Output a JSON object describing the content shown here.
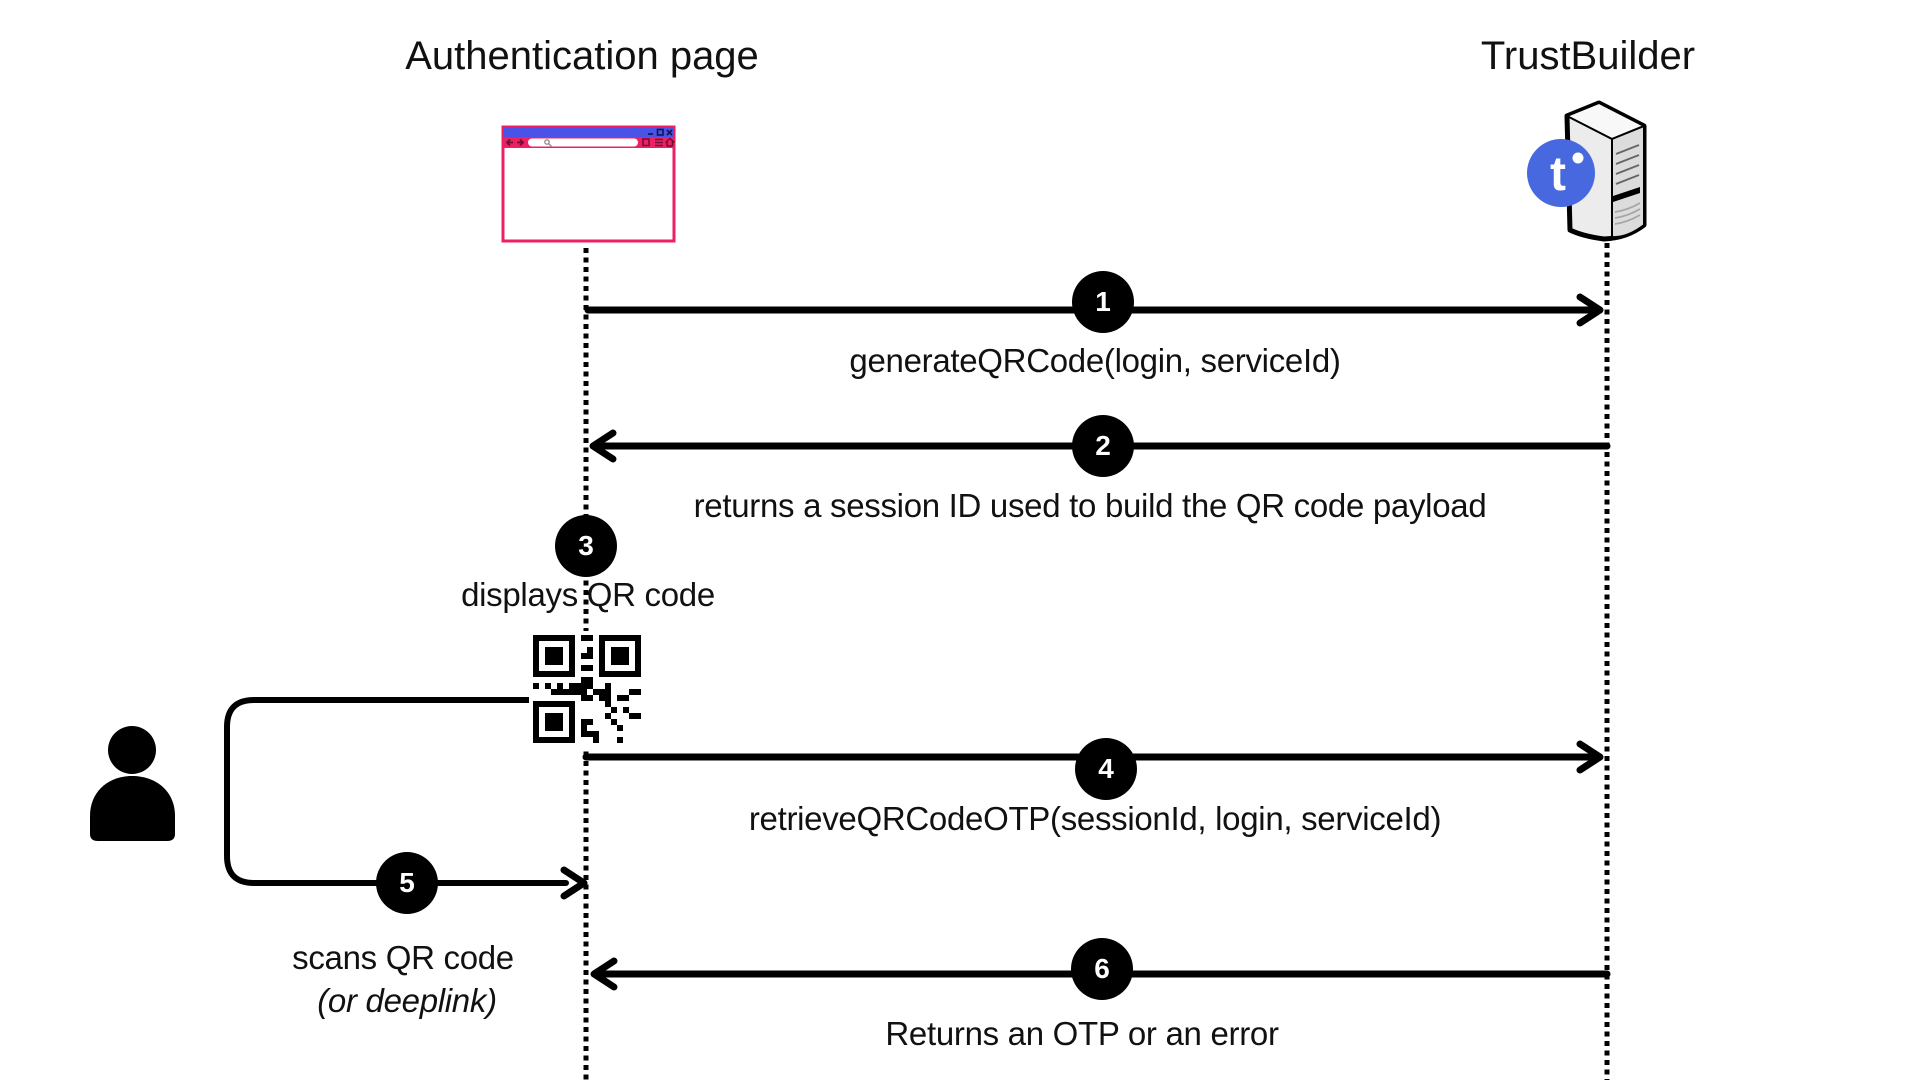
{
  "colors": {
    "ink": "#000000",
    "browser_blue": "#4b52e6",
    "browser_pink": "#ee2063",
    "logo_blue": "#4768df",
    "badge_bg": "#000000",
    "badge_text": "#ffffff"
  },
  "actors": {
    "left": {
      "name": "Authentication page"
    },
    "right": {
      "name": "TrustBuilder",
      "logo_glyph": "t"
    }
  },
  "steps": [
    {
      "num": "1",
      "label": "generateQRCode(login, serviceId)"
    },
    {
      "num": "2",
      "label": "returns a session ID used to build the QR code payload"
    },
    {
      "num": "3",
      "label": "displays QR code"
    },
    {
      "num": "4",
      "label": "retrieveQRCodeOTP(sessionId, login, serviceId)"
    },
    {
      "num": "5",
      "label": "scans QR code",
      "sublabel": "(or deeplink)"
    },
    {
      "num": "6",
      "label": "Returns an OTP or an error"
    }
  ]
}
